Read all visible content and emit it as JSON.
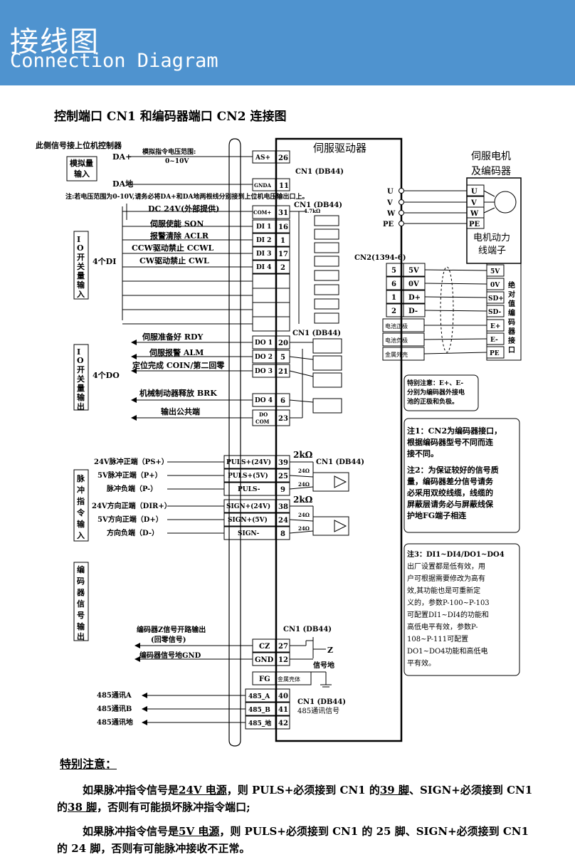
{
  "banner": {
    "title_cn": "接线图",
    "title_en": "Connection Diagram"
  },
  "heading": "控制端口 CN1 和编码器端口 CN2 连接图",
  "left": {
    "upper_controller": "此侧信号接上位机控制器",
    "analog_box": "模拟量输入",
    "da_plus": "DA+",
    "range_label": "模拟指令电压范围:",
    "range_value": "0~10V",
    "da_gnd": "DA地",
    "analog_note": "注:若电压范围为0-10V,请务必将DA+和DA地两根线分别接到上位机电压输出口上。",
    "dc24": "DC 24V(外部提供)",
    "io_in_box": "IO开关量输入",
    "four_di": "4个DI",
    "son": "伺服使能 SON",
    "aclr": "报警清除 ACLR",
    "ccwl": "CCW驱动禁止 CCWL",
    "cwl": "CW驱动禁止 CWL",
    "io_out_box": "IO开关量输出",
    "four_do": "4个DO",
    "rdy": "伺服准备好 RDY",
    "alm": "伺服报警 ALM",
    "coin": "定位完成 COIN/第二回零",
    "brk": "机械制动器释放 BRK",
    "out_common": "输出公共端",
    "pulse_box": "脉冲指令输入",
    "p24": "24V脉冲正端（PS+）",
    "p5": "5V脉冲正端（P+）",
    "pneg": "脉冲负端（P-）",
    "d24": "24V方向正端（DIR+）",
    "d5": "5V方向正端（D+）",
    "dneg": "方向负端（D-）",
    "enc_box": "编码器信号输出",
    "enc_z1": "编码器Z信号开路输出",
    "enc_z2": "(回零信号)",
    "enc_gnd": "编码器信号地GND",
    "r485a": "485通讯A",
    "r485b": "485通讯B",
    "r485g": "485通讯地"
  },
  "drive": {
    "title": "伺服驱动器",
    "cn1_db44": "CN1 (DB44)",
    "cn2_label": "CN2(1394-6)",
    "res": "4.7kΩ",
    "ohm2k": "2kΩ",
    "ohm24": "24Ω",
    "sig_gnd": "信号地",
    "z_out": "Z",
    "r485_sig": "485通讯信号"
  },
  "pins": {
    "as_plus": "AS+",
    "p26": "26",
    "gnda": "GNDA",
    "p11": "11",
    "com_plus": "COM+",
    "p31": "31",
    "di1": "DI 1",
    "p16": "16",
    "di2": "DI 2",
    "p1": "1",
    "di3": "DI 3",
    "p17": "17",
    "di4": "DI 4",
    "p2": "2",
    "do1": "DO 1",
    "p20": "20",
    "do2": "DO 2",
    "p5": "5",
    "do3": "DO 3",
    "p21": "21",
    "do4": "DO 4",
    "p6": "6",
    "docom1": "DO",
    "docom2": "COM",
    "p23": "23",
    "puls24": "PULS+(24V)",
    "p39": "39",
    "puls5": "PULS+(5V)",
    "p25": "25",
    "pulsn": "PULS-",
    "p9": "9",
    "sign24": "SIGN+(24V)",
    "p38": "38",
    "sign5": "SIGN+(5V)",
    "p24": "24",
    "signn": "SIGN-",
    "p8": "8",
    "cz": "CZ",
    "p27": "27",
    "gnd": "GND",
    "p12": "12",
    "fg": "FG",
    "shell": "金属壳体",
    "r485a": "485_A",
    "p40": "40",
    "r485b": "485_B",
    "p41": "41",
    "r485g": "485_地",
    "p42": "42"
  },
  "motor": {
    "title1": "伺服电机",
    "title2": "及编码器",
    "u": "U",
    "v": "V",
    "w": "W",
    "pe": "PE",
    "power1": "电机动力",
    "power2": "线端子",
    "cn2_pins": [
      "5",
      "6",
      "1",
      "2"
    ],
    "cn2_sig": [
      "5V",
      "0V",
      "D+",
      "D-"
    ],
    "batt_pos": "电池正极",
    "batt_neg": "电池负极",
    "metal": "金属外壳",
    "enc_sig": [
      "5V",
      "0V",
      "SD+",
      "SD-",
      "E+",
      "E-",
      "PE"
    ],
    "abs_enc": "绝对值编码器接口"
  },
  "notes_right": {
    "batt": "特别注意：E+、E-分别为编码器外接电池的正极和负极。",
    "n1": "注1：CN2为编码器接口，根据编码器型号不同而连接不同。",
    "n2": "注2：为保证较好的信号质量，编码器差分信号请务必采用双绞线缆，线缆的屏蔽层请务必与屏蔽线保护地FG端子相连",
    "n3": "注3：DI1~DI4/DO1~DO4出厂设置都是低有效，用户可根据需要修改为高有效，其功能也是可重新定义的，参数P-100~P-103可配置DI1~DI4的功能和高低电平有效，参数P-108~P-111可配置DO1~DO4功能和高低电平有效。"
  },
  "bottom": {
    "title": "特别注意：",
    "p1a": "如果脉冲指令信号是",
    "p1b": "24V 电源",
    "p1c": "，则 PULS+必须接到 CN1 的",
    "p1d": "39 脚",
    "p1e": "、SIGN+必须接到 CN1 的",
    "p1f": "38 脚",
    "p1g": "，否则有可能损坏脉冲指令端口;",
    "p2a": "如果脉冲指令信号是",
    "p2b": "5V 电源",
    "p2c": "，则 PULS+必须接到 CN1 的 25 脚、SIGN+必须接到 CN1 的 24 脚，否则有可能脉冲接收不正常。"
  },
  "colors": {
    "banner": "#4f93cf"
  }
}
